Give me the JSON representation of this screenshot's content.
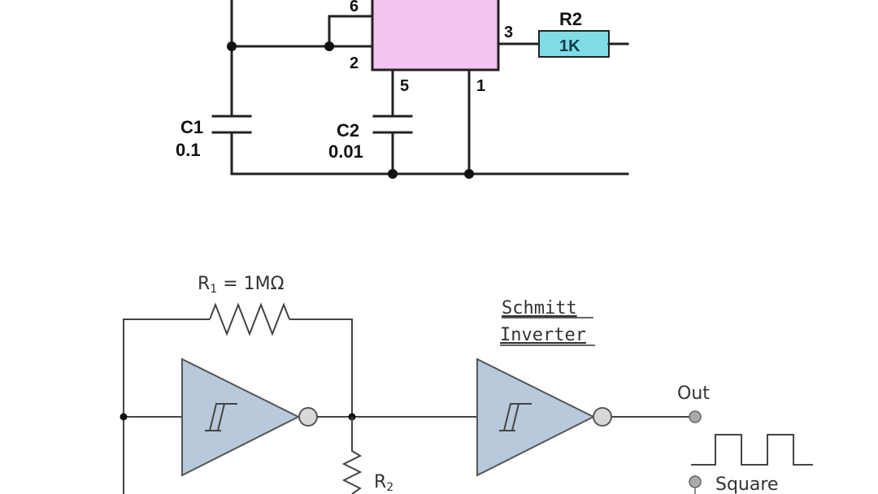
{
  "timer_circuit": {
    "pins": {
      "pin6": "6",
      "pin2": "2",
      "pin3": "3",
      "pin5": "5",
      "pin1": "1"
    },
    "r2": {
      "name": "R2",
      "value": "1K"
    },
    "c1": {
      "name": "C1",
      "value": "0.1"
    },
    "c2": {
      "name": "C2",
      "value": "0.01"
    },
    "colors": {
      "ic_body": "#f4c4f0",
      "resistor_body": "#7fdbe6",
      "wire": "#222222"
    }
  },
  "schmitt_circuit": {
    "r1_label_main": "R",
    "r1_label_sub": "1",
    "r1_label_rest": " = 1MΩ",
    "r2_label_main": "R",
    "r2_label_sub": "2",
    "inverter_title_line1": "Schmitt",
    "inverter_title_line2": "Inverter",
    "out_label": "Out",
    "square_label": "Square",
    "colors": {
      "gate_fill": "#b9c9dc",
      "bubble_fill": "#d8d8d8",
      "wire": "#444444"
    }
  }
}
